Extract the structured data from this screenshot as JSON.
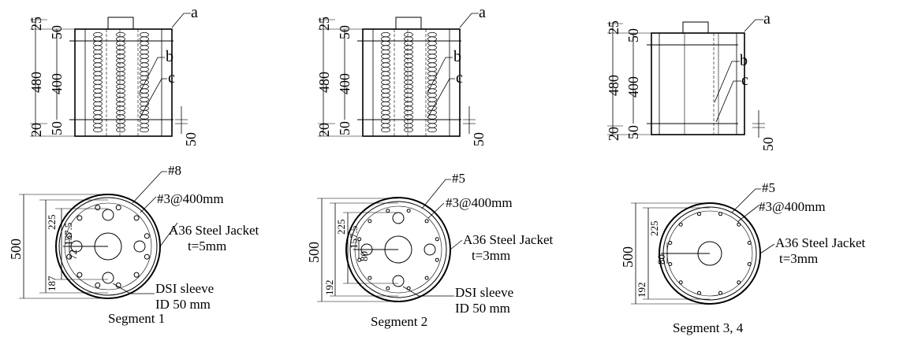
{
  "segments": [
    {
      "elevation": {
        "dims": {
          "top": "25",
          "upper": "50",
          "main": "400",
          "total": "480",
          "lower": "50",
          "bottom": "20",
          "right": "50"
        },
        "labels": {
          "a": "a",
          "b": "b",
          "c": "c"
        }
      },
      "section": {
        "dims": {
          "dia": "500",
          "upper": "225",
          "inner": "157.5",
          "mid": "72",
          "lower": "187"
        },
        "labels": {
          "bars": "#8",
          "hoops": "#3@400mm",
          "jacket1": "A36 Steel Jacket",
          "jacket2": "t=5mm",
          "sleeve1": "DSI  sleeve",
          "sleeve2": "ID 50 mm"
        }
      },
      "caption": "Segment 1"
    },
    {
      "elevation": {
        "dims": {
          "top": "25",
          "upper": "50",
          "main": "400",
          "total": "480",
          "lower": "50",
          "bottom": "20",
          "right": "50"
        },
        "labels": {
          "a": "a",
          "b": "b",
          "c": "c"
        }
      },
      "section": {
        "dims": {
          "dia": "500",
          "upper": "225",
          "inner": "157.5",
          "mid": "80",
          "lower": "192"
        },
        "labels": {
          "bars": "#5",
          "hoops": "#3@400mm",
          "jacket1": "A36 Steel Jacket",
          "jacket2": "t=3mm",
          "sleeve1": "DSI  sleeve",
          "sleeve2": "ID 50 mm"
        }
      },
      "caption": "Segment 2"
    },
    {
      "elevation": {
        "dims": {
          "top": "25",
          "upper": "50",
          "main": "400",
          "total": "480",
          "lower": "50",
          "bottom": "20",
          "right": "50"
        },
        "labels": {
          "a": "a",
          "b": "b",
          "c": "c"
        }
      },
      "section": {
        "dims": {
          "dia": "500",
          "upper": "225",
          "mid": "80",
          "lower": "192"
        },
        "labels": {
          "bars": "#5",
          "hoops": "#3@400mm",
          "jacket1": "A36 Steel Jacket",
          "jacket2": "t=3mm"
        }
      },
      "caption": "Segment 3, 4"
    }
  ]
}
